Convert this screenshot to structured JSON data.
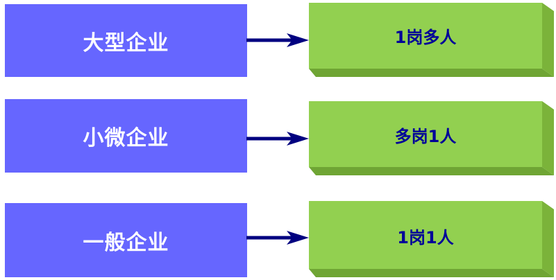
{
  "rows": [
    {
      "enterprise": "大型企业",
      "arrangement": "1岗多人"
    },
    {
      "enterprise": "小微企业",
      "arrangement": "多岗1人"
    },
    {
      "enterprise": "一般企业",
      "arrangement": "1岗1人"
    }
  ],
  "colors": {
    "left_fill": "#6666ff",
    "left_text": "#ffffff",
    "arrow": "#000080",
    "block_front": "#92d050",
    "block_side": "#7bb33a",
    "block_bottom": "#6fa534",
    "block_text": "#000099"
  }
}
